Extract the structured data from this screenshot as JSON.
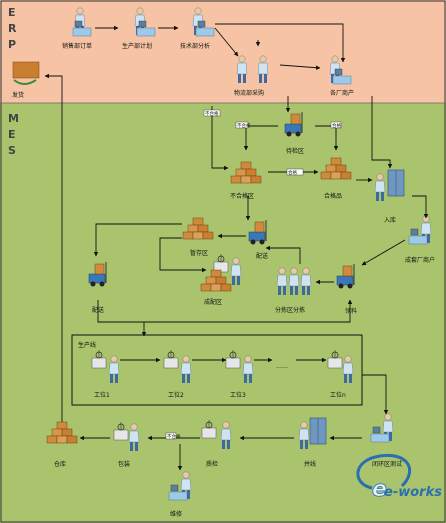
{
  "colors": {
    "erp_bg": "#f6c4a4",
    "mes_bg": "#a9c46d",
    "border": "#333333",
    "watermark": "#2a6fb0"
  },
  "sections": {
    "erp": [
      "E",
      "R",
      "P"
    ],
    "mes": [
      "M",
      "E",
      "S"
    ]
  },
  "nodes": {
    "sales_order": "销售部订单",
    "production_plan": "生产部计划",
    "tech_analysis": "技术部分析",
    "purchasing": "物流部采购",
    "supplier": "各厂商产",
    "shipping": "发货",
    "inspection_area": "待检区",
    "nonconforming_area": "不合格区",
    "qualified": "合格品",
    "warehouse_in": "入库",
    "supplier_account": "成套厂商户",
    "storage_area": "暂存区",
    "delivery_a": "配送",
    "delivery_b": "配送",
    "kitting_area": "成配区",
    "sorting_area": "分拣区分拣",
    "picking": "领料",
    "production_line": "生产线",
    "station1": "工位1",
    "station2": "工位2",
    "station3": "工位3",
    "station_n": "工位n",
    "ellipsis": "……",
    "warehouse": "仓库",
    "packing": "包装",
    "quality_check": "质检",
    "merge": "并线",
    "closed_loop_test": "闭环区测试",
    "repair": "维修"
  },
  "edge_tags": {
    "unqualified_1": "不合格",
    "qualified_1": "合格",
    "defect_1": "不合格",
    "pass_1": "合格",
    "repair_flag": "不合格"
  },
  "watermark": {
    "brand": "e-works",
    "icon": "e-works-logo-icon"
  }
}
